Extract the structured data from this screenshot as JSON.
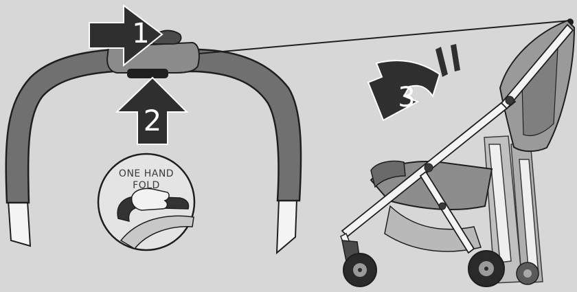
{
  "steps": {
    "step1": "1",
    "step2": "2",
    "step3": "3"
  },
  "badge": {
    "line1": "ONE HAND",
    "line2": "FOLD"
  },
  "colors": {
    "background": "#d7d7d7",
    "arrow_fill": "#2f2f2f",
    "handle_grey": "#6f6f6f",
    "outline": "#1e1e1e",
    "frame_white": "#f4f4f4"
  },
  "icons": {
    "push_arrow": "arrow-right-icon",
    "lift_arrow": "arrow-up-icon",
    "fold_arrow": "curved-arrow-icon"
  }
}
